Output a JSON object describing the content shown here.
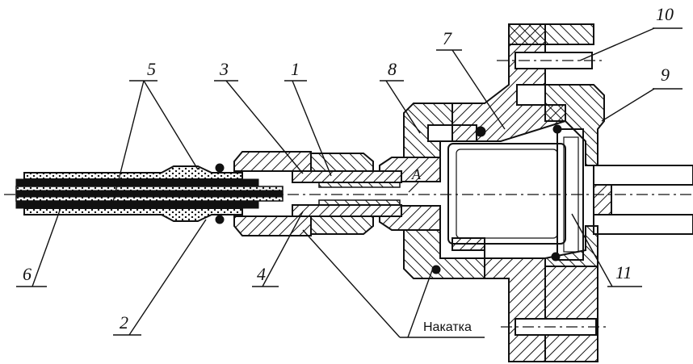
{
  "labels": {
    "l1": "1",
    "l2": "2",
    "l3": "3",
    "l4": "4",
    "l5": "5",
    "l6": "6",
    "l7": "7",
    "l8": "8",
    "l9": "9",
    "l10": "10",
    "l11": "11",
    "point_a": "A",
    "knurl": "Накатка"
  }
}
